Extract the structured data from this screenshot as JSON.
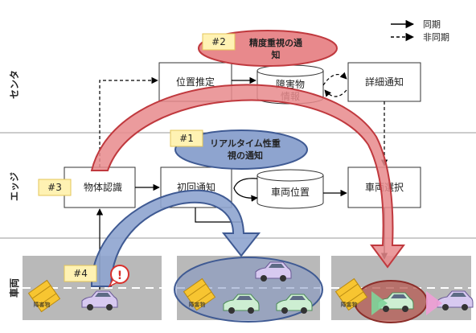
{
  "legend": {
    "sync": "同期",
    "async": "非同期"
  },
  "lanes": {
    "center": "センタ",
    "edge": "エッジ",
    "vehicle": "車両"
  },
  "boxes": {
    "position_estimation": "位置推定",
    "obstacle_info_line1": "障害物",
    "obstacle_info_line2": "情報",
    "detailed_notification": "詳細通知",
    "object_recognition": "物体認識",
    "initial_notification": "初回通知",
    "vehicle_position": "車両位置",
    "vehicle_selection": "車両選択"
  },
  "tags": {
    "t1": "#1",
    "t2": "#2",
    "t3": "#3",
    "t4": "#4"
  },
  "callouts": {
    "accuracy_line1": "精度重視の通",
    "accuracy_line2": "知",
    "realtime_line1": "リアルタイム性重",
    "realtime_line2": "視の通知"
  },
  "alert": "!",
  "obstacle_sign": "障害物",
  "colors": {
    "red_arrow": "#e8898c",
    "red_arrow_stroke": "#c0393e",
    "blue_arrow": "#8ea4cf",
    "blue_arrow_stroke": "#3f5a93",
    "tag_fill": "#fff2b3",
    "tag_stroke": "#e3c55a",
    "road": "#b9b9b9",
    "ellipse_blue": "#7f93c3",
    "ellipse_red": "#b65a52"
  }
}
